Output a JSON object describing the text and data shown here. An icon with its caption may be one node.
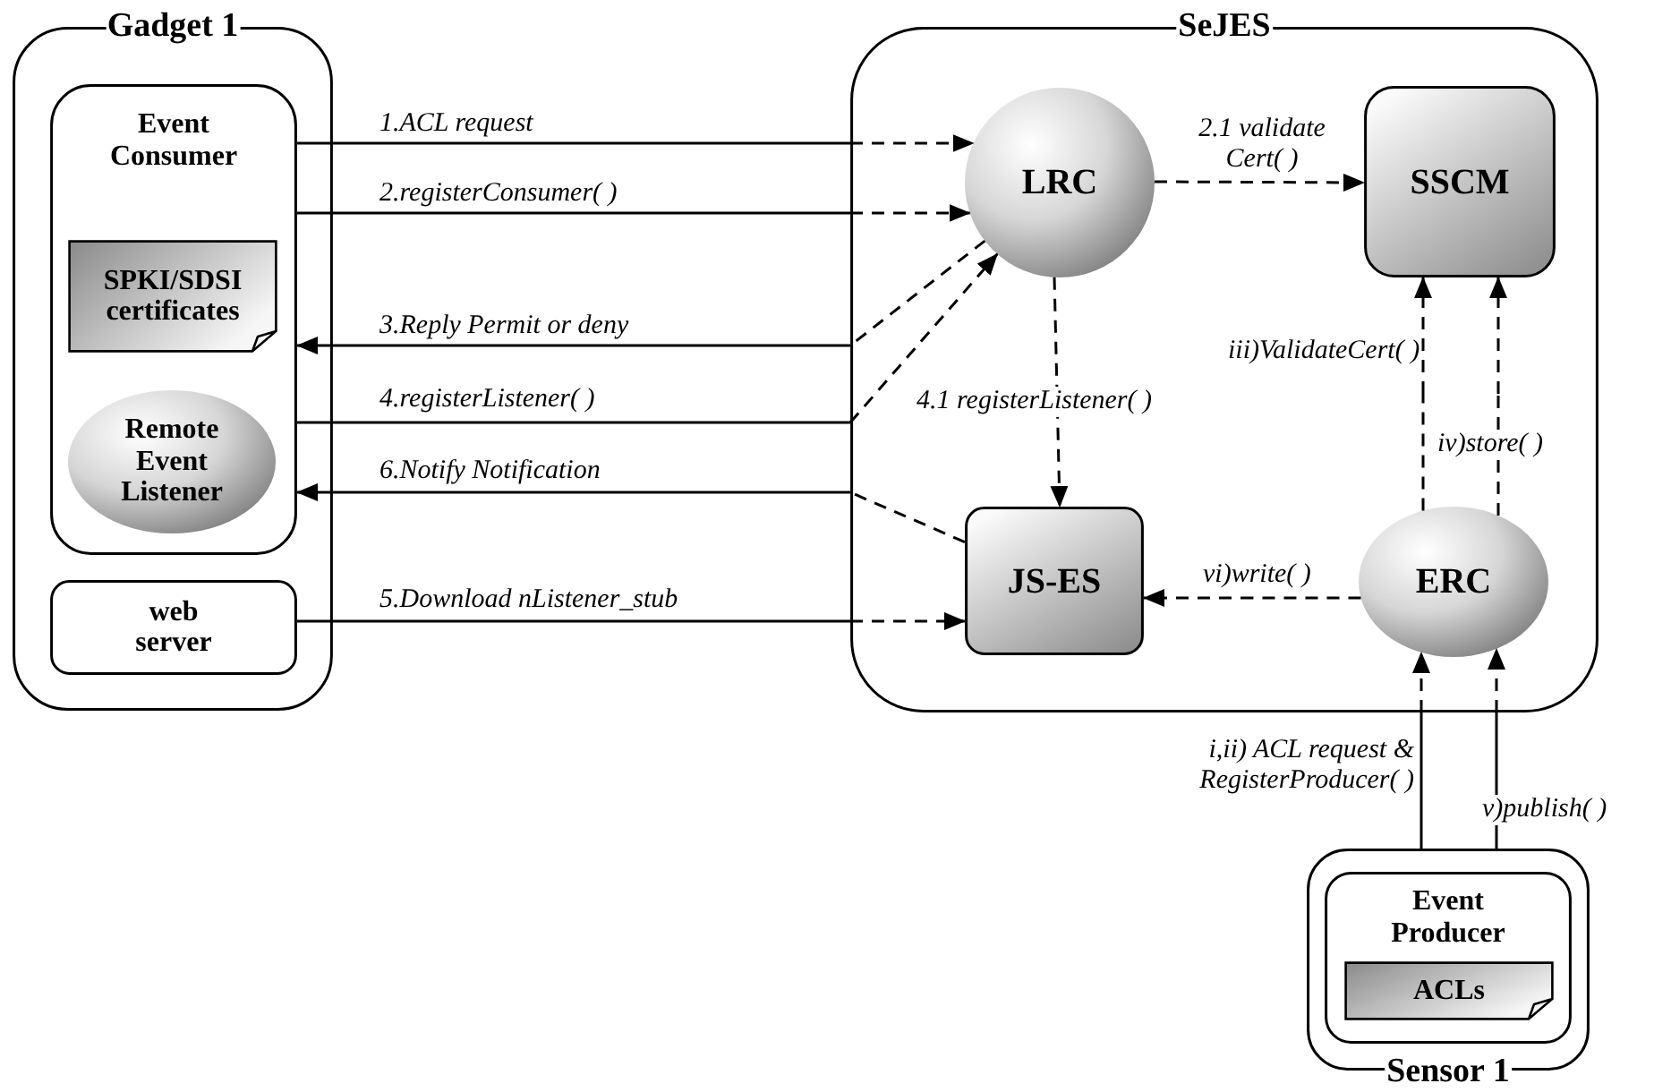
{
  "diagram": {
    "nodes": [
      {
        "text": [
          "Gadget 1"
        ]
      },
      {
        "text": [
          "Event Consumer"
        ],
        "in": 0
      },
      {
        "text": [
          "SPKI/SDSI certificates"
        ],
        "in": 1
      },
      {
        "text": [
          "Remote Event Listener"
        ],
        "in": 1
      },
      {
        "text": [
          "web server"
        ],
        "in": 0
      },
      {
        "text": [
          "SeJES"
        ]
      },
      {
        "text": [
          "LRC"
        ],
        "in": 5
      },
      {
        "text": [
          "SSCM"
        ],
        "in": 5
      },
      {
        "text": [
          "JS-ES"
        ],
        "in": 5
      },
      {
        "text": [
          "ERC"
        ],
        "in": 5
      },
      {
        "text": [
          "Sensor 1"
        ]
      },
      {
        "text": [
          "Event Producer"
        ],
        "in": 10
      },
      {
        "text": [
          "ACLs"
        ],
        "in": 11
      }
    ],
    "edges": [
      {
        "from": 1,
        "to": 6,
        "arrow": "to",
        "label": "1.ACL request"
      },
      {
        "from": 1,
        "to": 6,
        "arrow": "to",
        "label": "2.registerConsumer( )"
      },
      {
        "from": 6,
        "to": 1,
        "arrow": "to",
        "label": "3.Reply  Permit or deny"
      },
      {
        "from": 1,
        "to": 6,
        "arrow": "to",
        "label": "4.registerListener( )"
      },
      {
        "from": 8,
        "to": 1,
        "arrow": "to",
        "label": "6.Notify  Notification"
      },
      {
        "from": 4,
        "to": 8,
        "arrow": "to",
        "label": "5.Download  nListener_stub"
      },
      {
        "from": 6,
        "to": 7,
        "arrow": "to",
        "label": "2.1 validate Cert( )",
        "style": "dashed"
      },
      {
        "from": 6,
        "to": 8,
        "arrow": "to",
        "label": "4.1 registerListener( )",
        "style": "dashed"
      },
      {
        "from": 9,
        "to": 7,
        "arrow": "to",
        "label": "iii)ValidateCert( )",
        "style": "dashed"
      },
      {
        "from": 9,
        "to": 7,
        "arrow": "to",
        "label": "iv)store( )",
        "style": "dashed"
      },
      {
        "from": 9,
        "to": 8,
        "arrow": "to",
        "label": "vi)write( )",
        "style": "dashed"
      },
      {
        "from": 10,
        "to": 9,
        "arrow": "to",
        "label": "i,ii) ACL request & RegisterProducer( )"
      },
      {
        "from": 10,
        "to": 9,
        "arrow": "to",
        "label": "v)publish( )"
      }
    ]
  }
}
